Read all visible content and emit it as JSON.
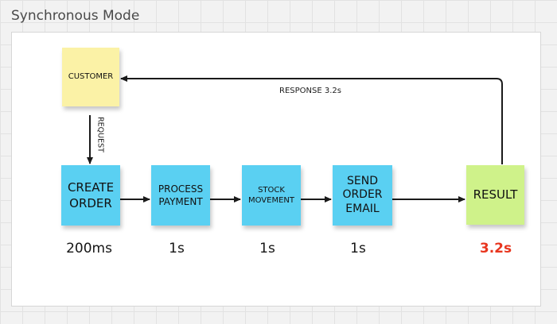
{
  "frame": {
    "title": "Synchronous Mode"
  },
  "colors": {
    "step_note": "#5ad0f2",
    "customer_note": "#fbf2a6",
    "result_note": "#cff28a",
    "total_time": "#e8361f",
    "connector": "#1a1a1a"
  },
  "nodes": {
    "customer": "CUSTOMER",
    "create_order": "CREATE ORDER",
    "process_payment": "PROCESS PAYMENT",
    "stock_movement": "STOCK MOVEMENT",
    "send_order_email": "SEND ORDER EMAIL",
    "result": "RESULT"
  },
  "connectors": {
    "request": "REQUEST",
    "response": "RESPONSE 3.2s"
  },
  "timings": {
    "create_order": "200ms",
    "process_payment": "1s",
    "stock_movement": "1s",
    "send_order_email": "1s",
    "total": "3.2s"
  }
}
